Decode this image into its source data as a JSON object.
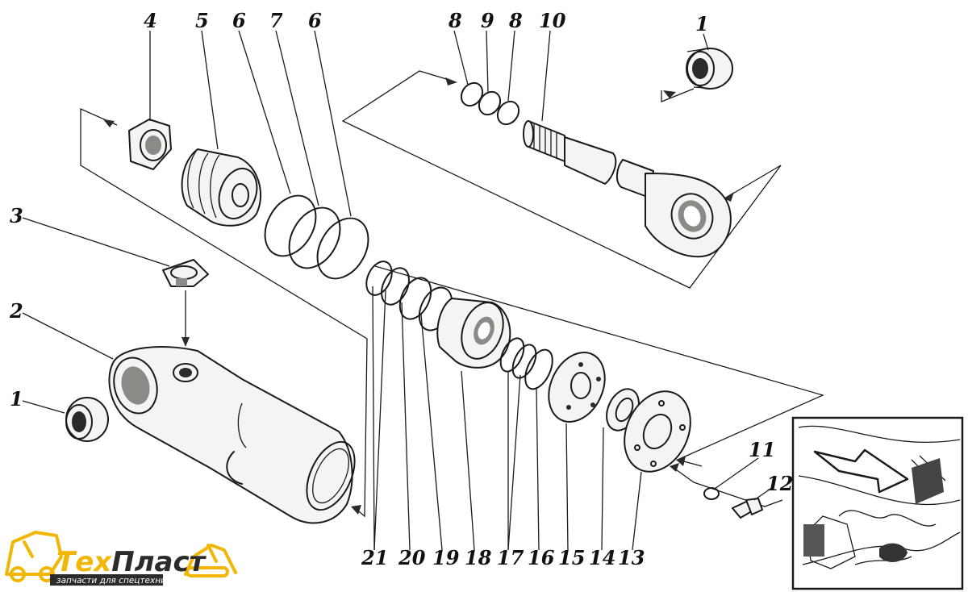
{
  "callouts": {
    "c1_top": "1",
    "c1_left": "1",
    "c2": "2",
    "c3": "3",
    "c4": "4",
    "c5": "5",
    "c6a": "6",
    "c7": "7",
    "c6b": "6",
    "c8a": "8",
    "c9": "9",
    "c8b": "8",
    "c10": "10",
    "c11": "11",
    "c12": "12",
    "c21": "21",
    "c20": "20",
    "c19": "19",
    "c18": "18",
    "c17": "17",
    "c16": "16",
    "c15": "15",
    "c14": "14",
    "c13": "13"
  },
  "logo": {
    "name_part1": "Тех",
    "name_part2": "Пласт",
    "tagline": "запчасти для спецтехники",
    "colors": {
      "primary": "#f2b705",
      "tag_background": "#2b2b2b",
      "tag_text": "#ffffff"
    }
  },
  "colors": {
    "ink": "#1a1a1a",
    "paper": "#ffffff"
  }
}
